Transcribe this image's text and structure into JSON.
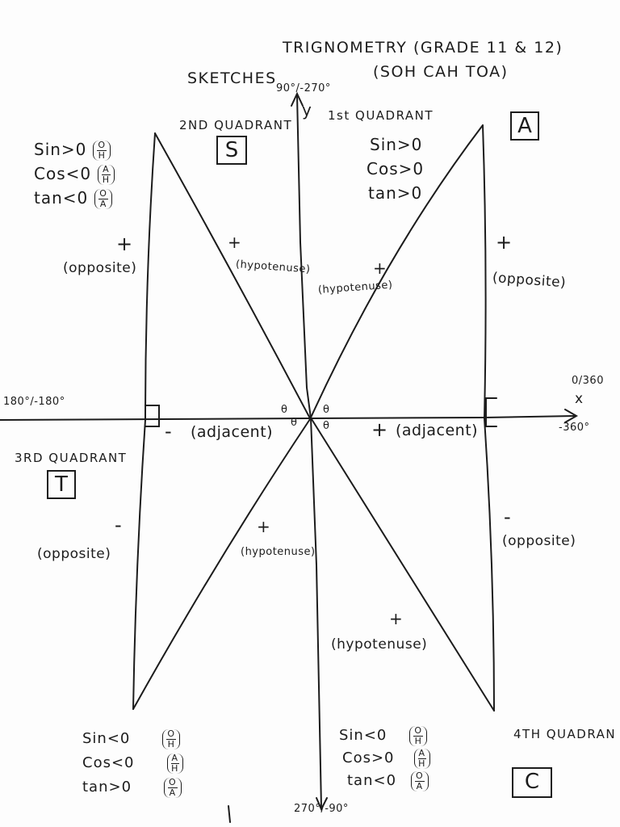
{
  "title": {
    "line1": "TRIGNOMETRY (GRADE 11 & 12)",
    "line2": "(SOH CAH TOA)",
    "sketches": "SKETCHES"
  },
  "axes": {
    "y_label": "y",
    "x_label": "x",
    "top_angle": "90°/-270°",
    "bottom_angle": "270°/-90°",
    "left_angle": "180°/-180°",
    "right_angle_top": "0/360",
    "right_angle_bottom": "-360°"
  },
  "quadrants": {
    "q1": {
      "name": "1st QUADRANT",
      "letter": "A",
      "rules": [
        "Sin>0",
        "Cos>0",
        "tan>0"
      ]
    },
    "q2": {
      "name": "2ND QUADRANT",
      "letter": "S",
      "rules": [
        {
          "text": "Sin>0",
          "num": "O",
          "den": "H"
        },
        {
          "text": "Cos<0",
          "num": "A",
          "den": "H"
        },
        {
          "text": "tan<0",
          "num": "O",
          "den": "A"
        }
      ]
    },
    "q3": {
      "name": "3RD QUADRANT",
      "letter": "T",
      "rules": [
        {
          "text": "Sin<0",
          "num": "O",
          "den": "H"
        },
        {
          "text": "Cos<0",
          "num": "A",
          "den": "H"
        },
        {
          "text": "tan>0",
          "num": "O",
          "den": "A"
        }
      ]
    },
    "q4": {
      "name": "4TH QUADRAN",
      "letter": "C",
      "rules": [
        {
          "text": "Sin<0",
          "num": "O",
          "den": "H"
        },
        {
          "text": "Cos>0",
          "num": "A",
          "den": "H"
        },
        {
          "text": "tan<0",
          "num": "O",
          "den": "A"
        }
      ]
    }
  },
  "labels": {
    "plus": "+",
    "minus": "-",
    "opposite": "(opposite)",
    "hypotenuse": "(hypotenuse)",
    "adjacent": "(adjacent)",
    "theta": "θ"
  }
}
